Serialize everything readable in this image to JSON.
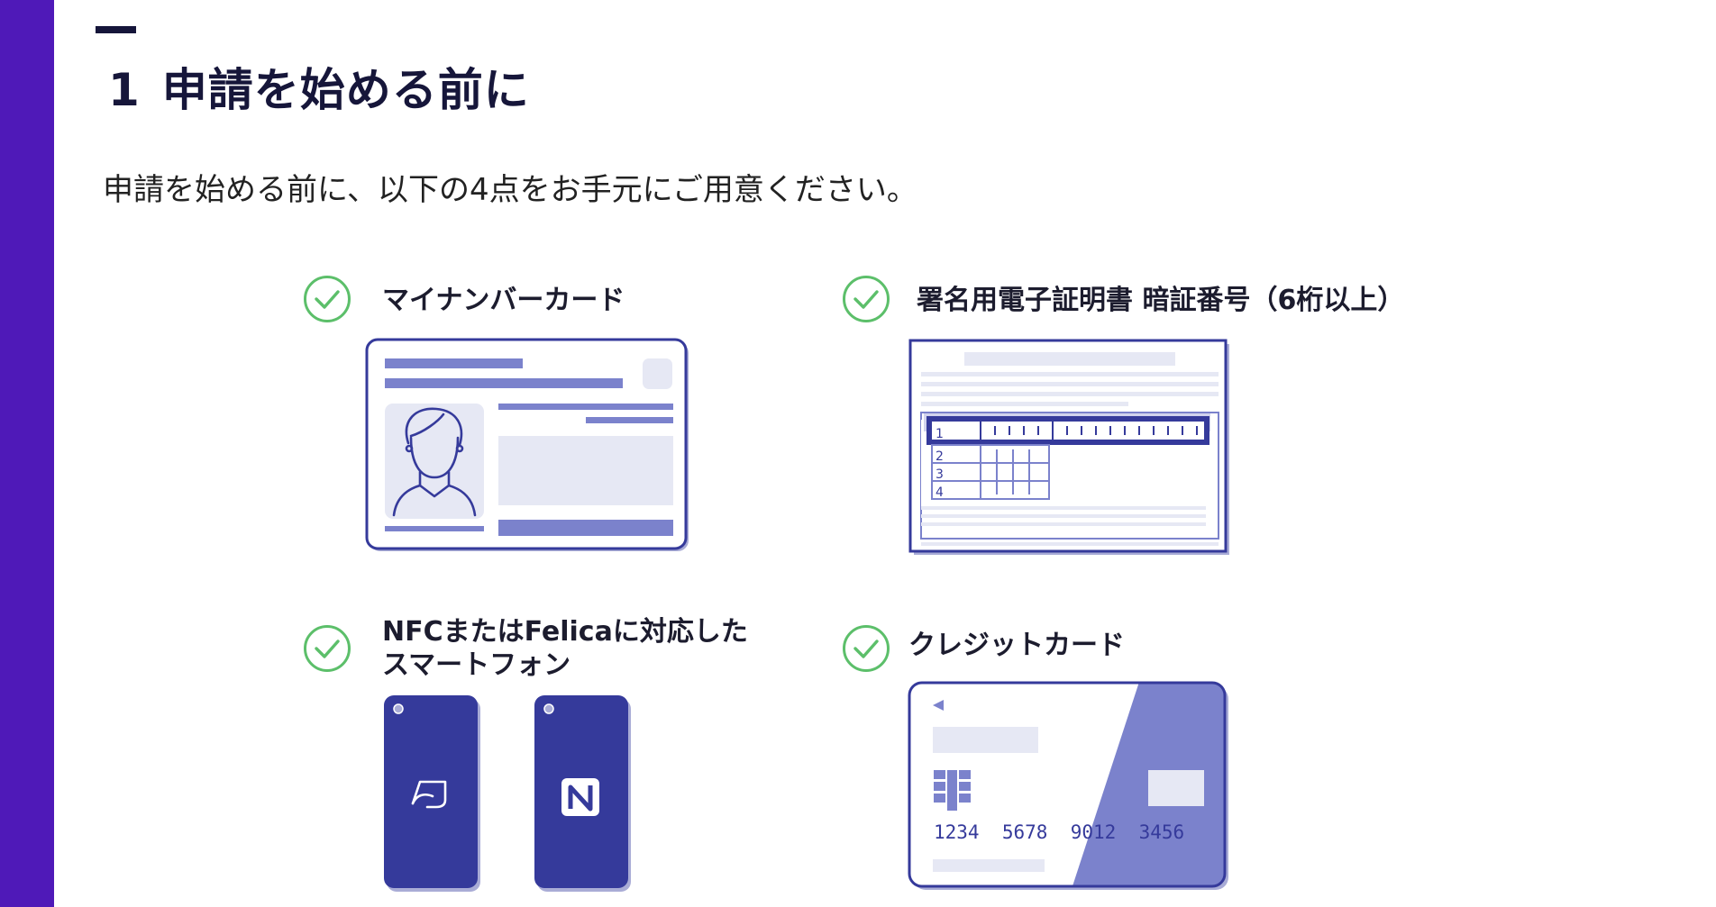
{
  "section": {
    "number": "1",
    "title": "申請を始める前に",
    "intro": "申請を始める前に、以下の4点をお手元にご用意ください。"
  },
  "items": [
    {
      "label": "マイナンバーカード",
      "icon": "check-circle-icon"
    },
    {
      "label": "署名用電子証明書 暗証番号（6桁以上）",
      "icon": "check-circle-icon"
    },
    {
      "label_line1": "NFCまたはFelicaに対応した",
      "label_line2": "スマートフォン",
      "icon": "check-circle-icon"
    },
    {
      "label": "クレジットカード",
      "icon": "check-circle-icon"
    }
  ],
  "pin_form": {
    "rows": [
      "1",
      "2",
      "3",
      "4"
    ]
  },
  "credit_card": {
    "number": "1234  5678  9012  3456"
  },
  "colors": {
    "sidebar": "#4f19b8",
    "navy": "#353a9b",
    "lavender": "#7b82cc",
    "light": "#e6e8f4",
    "check": "#5cbf6a"
  }
}
